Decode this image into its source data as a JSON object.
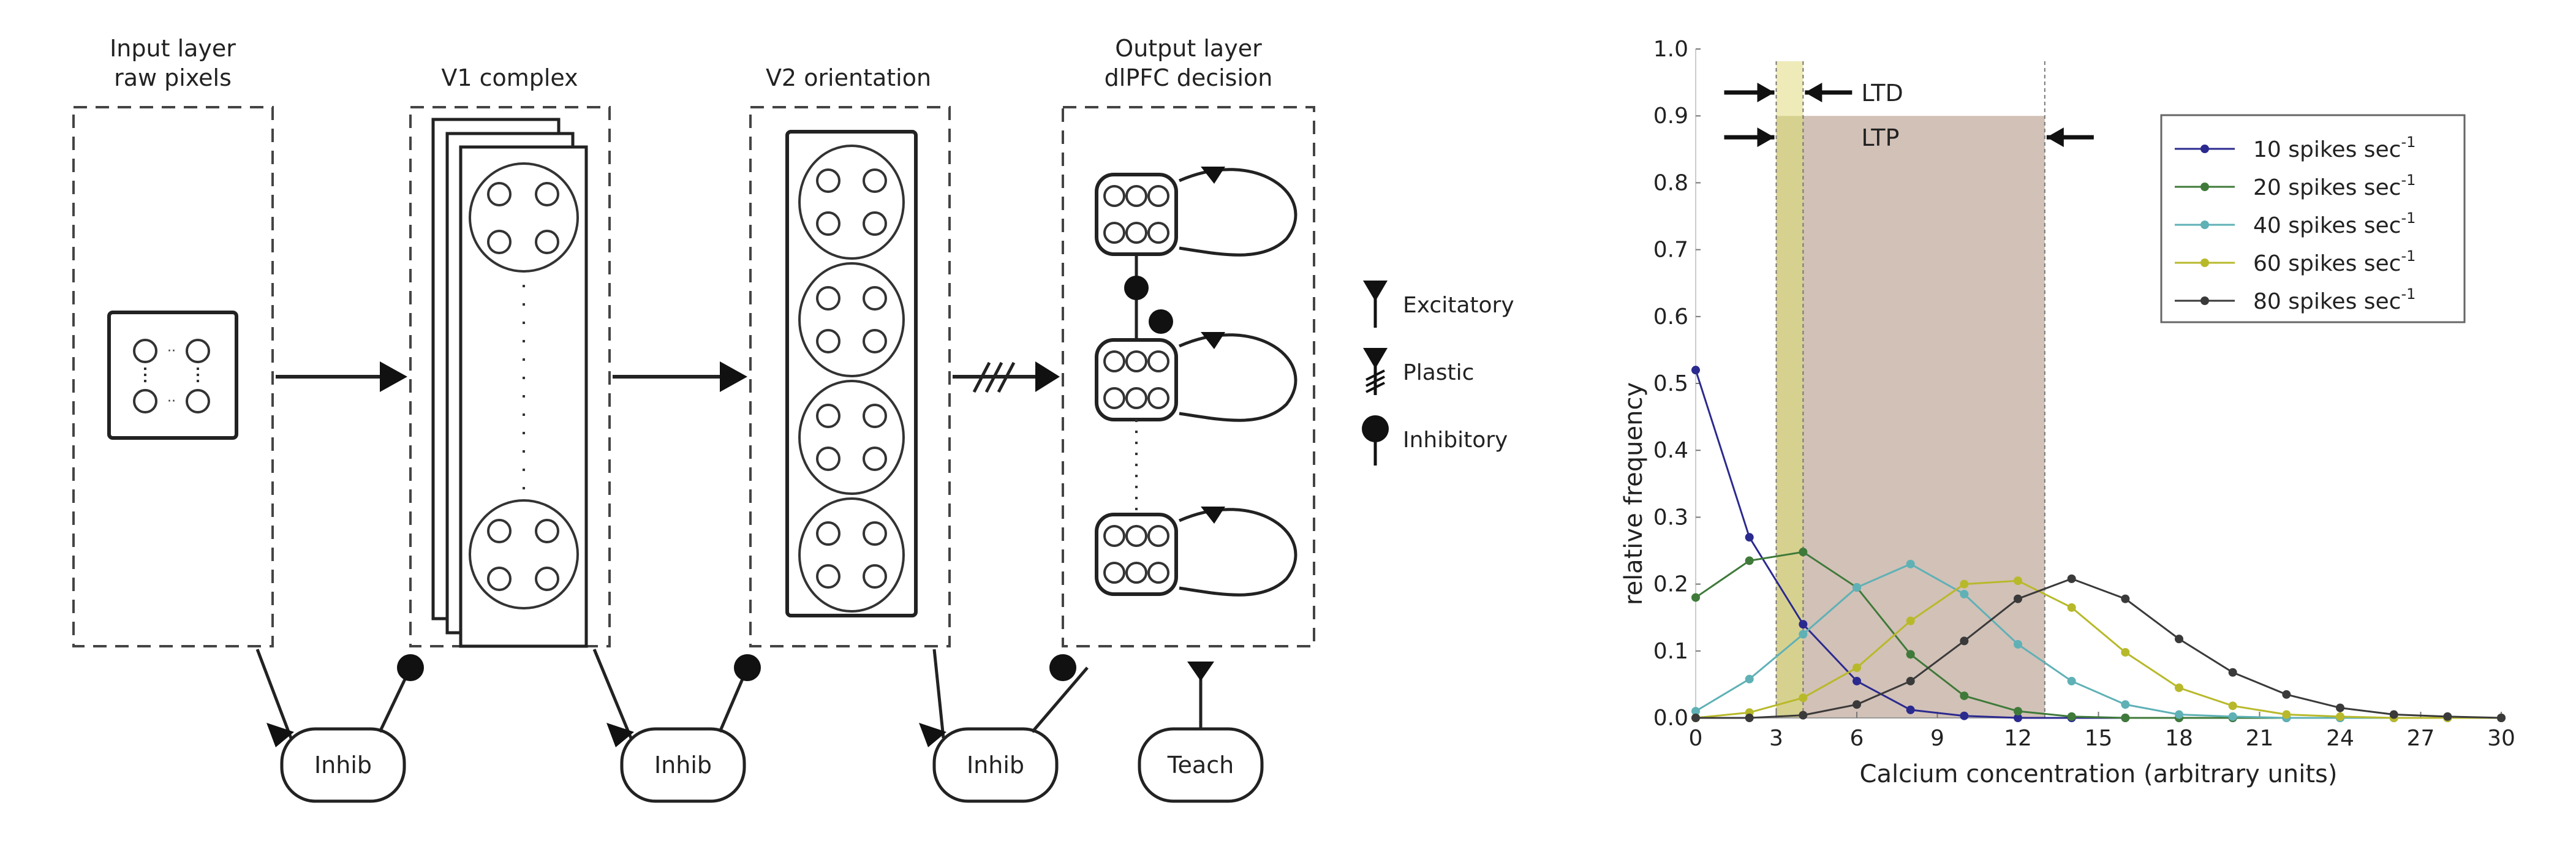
{
  "diagram": {
    "layers": [
      {
        "title_line1": "Input layer",
        "title_line2": "raw pixels"
      },
      {
        "title_line1": "",
        "title_line2": "V1 complex"
      },
      {
        "title_line1": "",
        "title_line2": "V2 orientation"
      },
      {
        "title_line1": "Output layer",
        "title_line2": "dlPFC decision"
      }
    ],
    "nodes": [
      {
        "label": "Inhib"
      },
      {
        "label": "Inhib"
      },
      {
        "label": "Inhib"
      },
      {
        "label": "Teach"
      }
    ],
    "legend": [
      {
        "label": "Excitatory",
        "icon": "excitatory-synapse"
      },
      {
        "label": "Plastic",
        "icon": "plastic-synapse"
      },
      {
        "label": "Inhibitory",
        "icon": "inhibitory-synapse"
      }
    ]
  },
  "chart_data": {
    "type": "line",
    "title": "",
    "xlabel": "Calcium concentration (arbitrary units)",
    "ylabel": "relative frequency",
    "xlim": [
      0,
      30
    ],
    "ylim": [
      0,
      1.0
    ],
    "xticks": [
      0,
      3,
      6,
      9,
      12,
      15,
      18,
      21,
      24,
      27,
      30
    ],
    "yticks": [
      0.0,
      0.1,
      0.2,
      0.3,
      0.4,
      0.5,
      0.6,
      0.7,
      0.8,
      0.9,
      1.0
    ],
    "ytick_labels": [
      "0.0",
      "0.1",
      "0.2",
      "0.3",
      "0.4",
      "0.5",
      "0.6",
      "0.7",
      "0.8",
      "0.9",
      "1.0"
    ],
    "grid": false,
    "legend_position": "top-right",
    "x": [
      0,
      2,
      4,
      6,
      8,
      10,
      12,
      14,
      16,
      18,
      20,
      22,
      24,
      26,
      28,
      30
    ],
    "series": [
      {
        "name": "10 spikes sec",
        "superscript": "-1",
        "color": "#2b2a8f",
        "values": [
          0.52,
          0.27,
          0.14,
          0.055,
          0.012,
          0.003,
          0.0,
          0.0,
          0.0,
          0.0,
          0.0,
          0.0,
          0.0,
          0.0,
          0.0,
          0.0
        ]
      },
      {
        "name": "20 spikes sec",
        "superscript": "-1",
        "color": "#3f7a3a",
        "values": [
          0.18,
          0.235,
          0.248,
          0.195,
          0.095,
          0.033,
          0.01,
          0.002,
          0.0,
          0.0,
          0.0,
          0.0,
          0.0,
          0.0,
          0.0,
          0.0
        ]
      },
      {
        "name": "40 spikes sec",
        "superscript": "-1",
        "color": "#5fb1b6",
        "values": [
          0.01,
          0.058,
          0.125,
          0.195,
          0.23,
          0.185,
          0.11,
          0.055,
          0.02,
          0.005,
          0.002,
          0.0,
          0.0,
          0.0,
          0.0,
          0.0
        ]
      },
      {
        "name": "60 spikes sec",
        "superscript": "-1",
        "color": "#b8b92a",
        "values": [
          0.0,
          0.008,
          0.03,
          0.075,
          0.145,
          0.2,
          0.205,
          0.165,
          0.098,
          0.045,
          0.018,
          0.005,
          0.002,
          0.0,
          0.0,
          0.0
        ]
      },
      {
        "name": "80 spikes sec",
        "superscript": "-1",
        "color": "#3a3a3a",
        "values": [
          0.0,
          0.0,
          0.004,
          0.02,
          0.055,
          0.115,
          0.178,
          0.208,
          0.178,
          0.118,
          0.068,
          0.035,
          0.015,
          0.005,
          0.002,
          0.0
        ]
      }
    ],
    "regions": [
      {
        "label": "LTD",
        "x_start": 3.0,
        "x_end": 4.0,
        "y_top": 1.0,
        "color": "#d8d38a"
      },
      {
        "label": "LTP",
        "x_start": 3.0,
        "x_end": 13.0,
        "y_top": 0.9,
        "color": "#d2c1b7"
      }
    ]
  }
}
